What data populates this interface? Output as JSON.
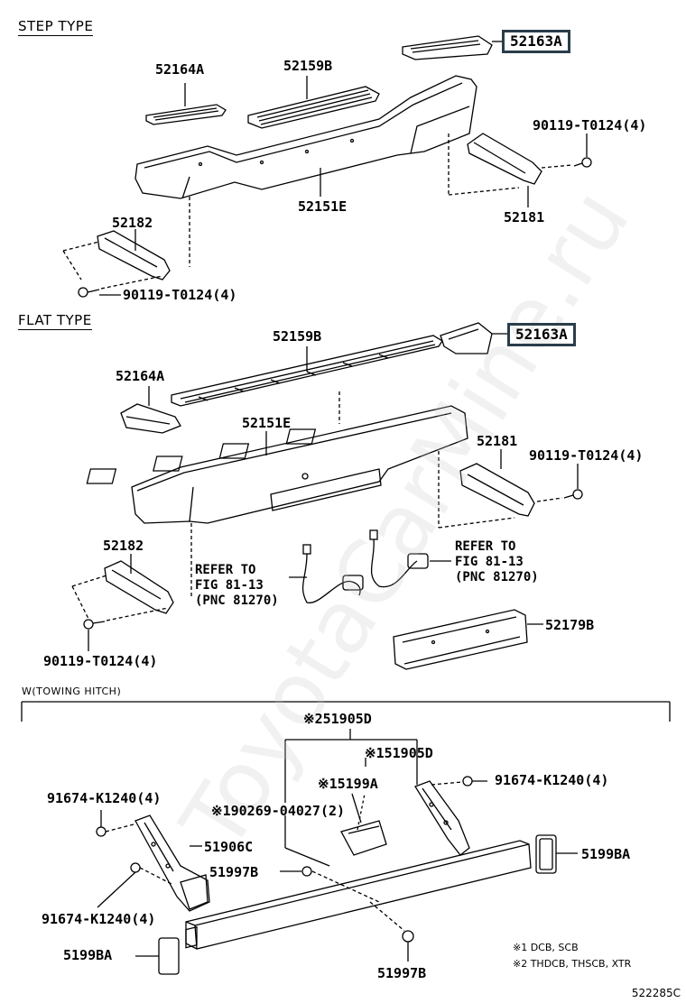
{
  "sections": {
    "step_type": "STEP TYPE",
    "flat_type": "FLAT TYPE",
    "towing_hitch": "W(TOWING HITCH)"
  },
  "step": {
    "p52163A": "52163A",
    "p52164A": "52164A",
    "p52159B": "52159B",
    "p52151E": "52151E",
    "p52181": "52181",
    "p52182": "52182",
    "bolt_right": "90119-T0124(4)",
    "bolt_left": "90119-T0124(4)"
  },
  "flat": {
    "p52163A": "52163A",
    "p52159B": "52159B",
    "p52164A": "52164A",
    "p52151E": "52151E",
    "p52181": "52181",
    "bolt_right": "90119-T0124(4)",
    "p52182": "52182",
    "bolt_left": "90119-T0124(4)",
    "refer_left": [
      "REFER TO",
      "FIG 81-13",
      "(PNC 81270)"
    ],
    "refer_right": [
      "REFER TO",
      "FIG 81-13",
      "(PNC 81270)"
    ],
    "p52179B": "52179B"
  },
  "hitch": {
    "p51905D_2": "※251905D",
    "p51905D_1": "※151905D",
    "p5199A": "※15199A",
    "bolt_top": "91674-K1240(4)",
    "bolt_left_top": "91674-K1240(4)",
    "p90269": "※190269-04027(2)",
    "p51906C": "51906C",
    "p51997B_a": "51997B",
    "p5199BA_right": "5199BA",
    "bolt_left_bottom": "91674-K1240(4)",
    "p5199BA_left": "5199BA",
    "p51997B_b": "51997B",
    "note1": "※1 DCB, SCB",
    "note2": "※2 THDCB, THSCB, XTR"
  },
  "watermark": "ToyotaCarMine.ru",
  "figure_code": "522285C",
  "colors": {
    "highlight_border": "#2a3d4a",
    "line": "#000000"
  }
}
